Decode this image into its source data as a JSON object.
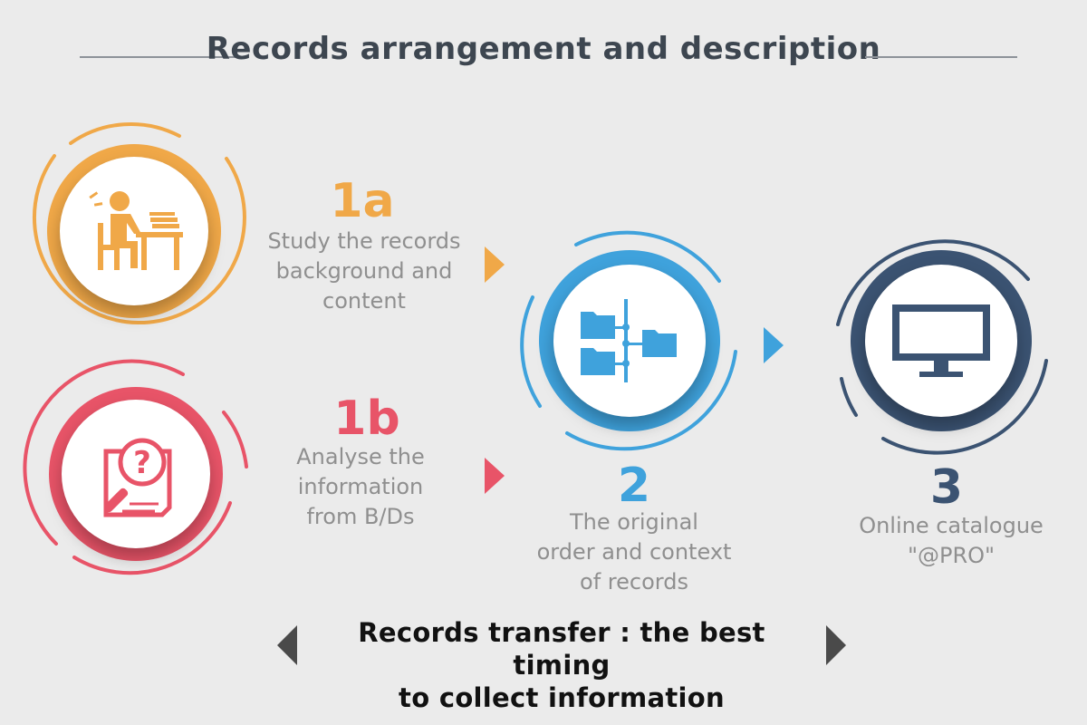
{
  "title": "Records arrangement and description",
  "colors": {
    "orange": "#f0a848",
    "red": "#e85468",
    "blue": "#3fa2dc",
    "navy": "#3b5372",
    "text_gray": "#8f8f8f",
    "arrow_gray": "#4a4a4a"
  },
  "steps": {
    "s1a": {
      "number": "1a",
      "lines": [
        "Study the records",
        "background and",
        "content"
      ],
      "icon": "person-at-desk-icon"
    },
    "s1b": {
      "number": "1b",
      "lines": [
        "Analyse the",
        "information",
        "from B/Ds"
      ],
      "icon": "document-magnifier-question-icon"
    },
    "s2": {
      "number": "2",
      "lines": [
        "The original",
        "order and context",
        "of records"
      ],
      "icon": "folder-tree-icon"
    },
    "s3": {
      "number": "3",
      "lines": [
        "Online catalogue",
        "\"@PRO\""
      ],
      "icon": "monitor-icon"
    }
  },
  "footer": {
    "lines": [
      "Records transfer : the best timing",
      "to collect information"
    ]
  }
}
